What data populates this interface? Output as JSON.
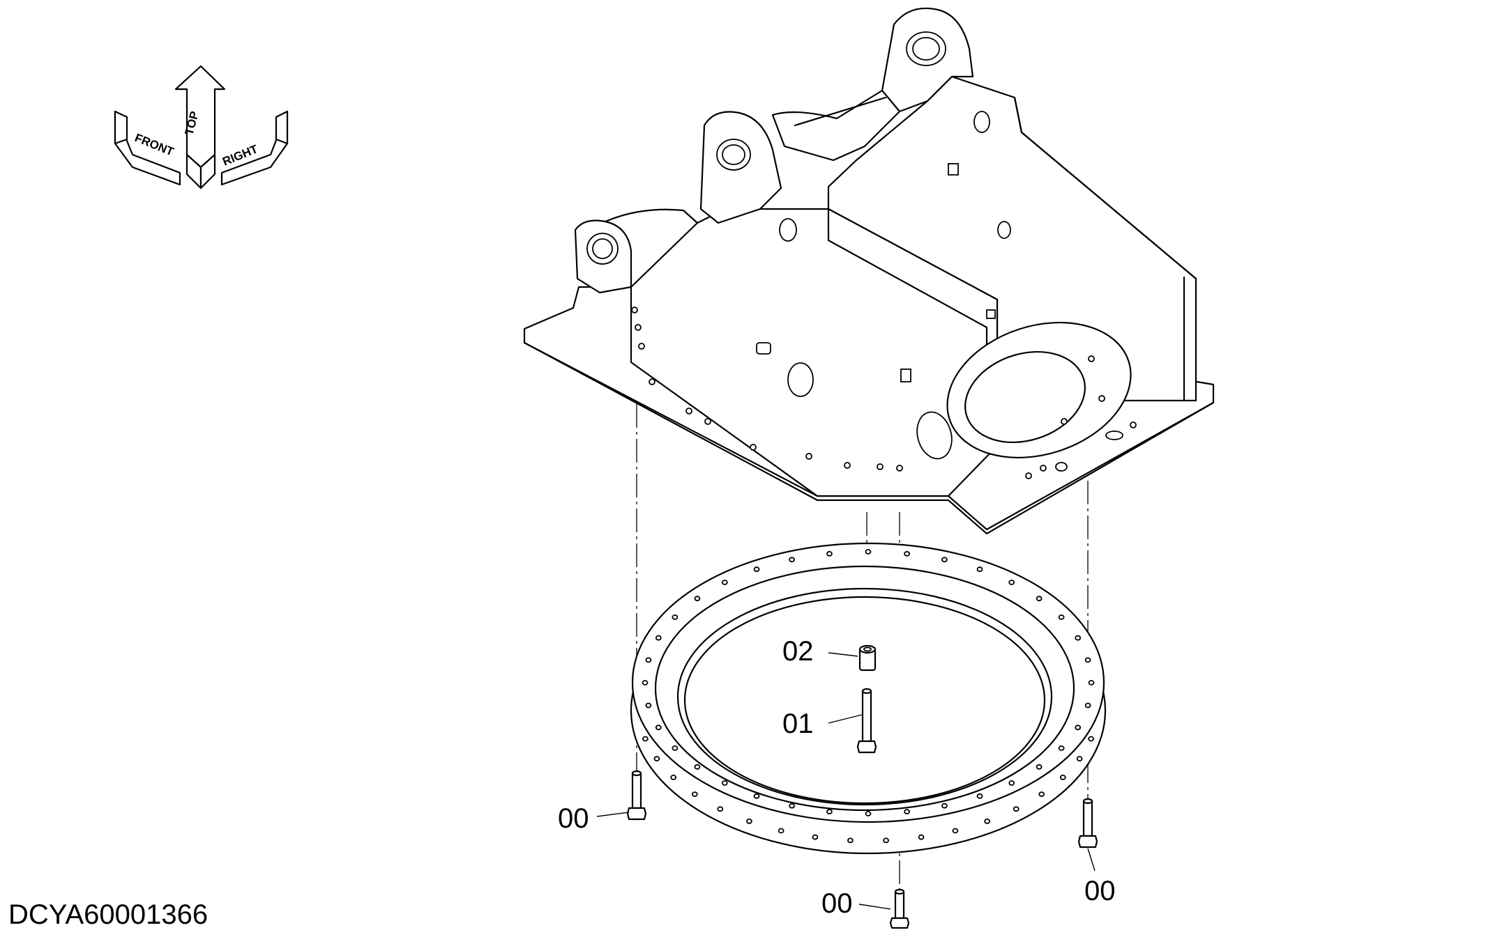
{
  "drawing_code": "DCYA60001366",
  "orientation": {
    "front": "FRONT",
    "top": "TOP",
    "right": "RIGHT"
  },
  "callouts": [
    {
      "label": "02",
      "part": "spacer"
    },
    {
      "label": "01",
      "part": "long-bolt"
    },
    {
      "label": "00",
      "part": "bolt-left"
    },
    {
      "label": "00",
      "part": "bolt-bottom"
    },
    {
      "label": "00",
      "part": "bolt-right"
    }
  ]
}
